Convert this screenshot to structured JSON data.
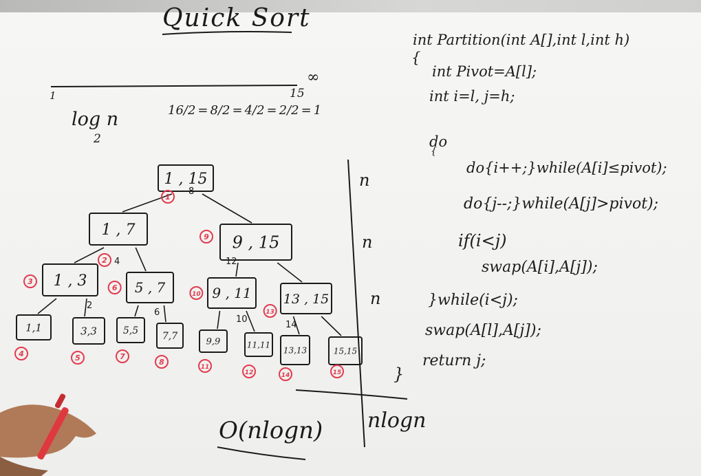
{
  "title": "Quick Sort",
  "range": {
    "start": "1",
    "end": "15",
    "infinity": "∞"
  },
  "log_label": {
    "main": "log n",
    "base": "2"
  },
  "halving": [
    "16/2",
    "=",
    "8/2",
    "=",
    "4/2",
    "=",
    "2/2",
    "=",
    "1"
  ],
  "nodes": [
    {
      "label": "1 , 15",
      "order": "1",
      "pivot": "8"
    },
    {
      "label": "1 , 7",
      "order": "2",
      "pivot": "4"
    },
    {
      "label": "9 , 15",
      "order": "9",
      "pivot": "12"
    },
    {
      "label": "1 , 3",
      "order": "3",
      "pivot": "2"
    },
    {
      "label": "5 , 7",
      "order": "6",
      "pivot": "6"
    },
    {
      "label": "9 , 11",
      "order": "10",
      "pivot": "10"
    },
    {
      "label": "13 , 15",
      "order": "13",
      "pivot": "14"
    },
    {
      "label": "1,1",
      "order": "4",
      "pivot": ""
    },
    {
      "label": "3,3",
      "order": "5",
      "pivot": ""
    },
    {
      "label": "5,5",
      "order": "7",
      "pivot": ""
    },
    {
      "label": "7,7",
      "order": "8",
      "pivot": ""
    },
    {
      "label": "9,9",
      "order": "11",
      "pivot": ""
    },
    {
      "label": "11,11",
      "order": "12",
      "pivot": ""
    },
    {
      "label": "13,13",
      "order": "14",
      "pivot": ""
    },
    {
      "label": "15,15",
      "order": "15",
      "pivot": ""
    }
  ],
  "level_costs": [
    "n",
    "n",
    "n"
  ],
  "total_cost": "nlogn",
  "complexity": "O(nlogn)",
  "code": [
    "int Partition(int A[],int l,int h)",
    "{",
    "int Pivot=A[l];",
    "int i=l, j=h;",
    "do",
    "{",
    "do{i++;}while(A[i]≤pivot);",
    "do{j--;}while(A[j]>pivot);",
    "if(i<j)",
    "swap(A[i],A[j]);",
    "}while(i<j);",
    "swap(A[l],A[j]);",
    "return j;",
    "}"
  ],
  "colors": {
    "ink": "#1a1a1a",
    "red_marker": "#e23b4f",
    "board": "#f4f4f2"
  }
}
